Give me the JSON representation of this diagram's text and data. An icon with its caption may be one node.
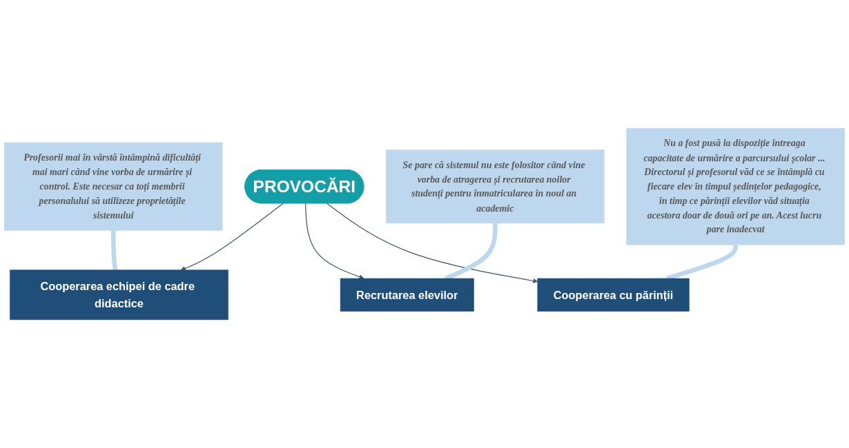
{
  "diagram": {
    "nodes": [
      {
        "text": [
          "PROVOCĂRI"
        ]
      },
      {
        "text": [
          "Cooperarea echipei de cadre didactice"
        ]
      },
      {
        "text": [
          "Recrutarea elevilor"
        ]
      },
      {
        "text": [
          "Cooperarea cu părinții"
        ]
      },
      {
        "text": [
          "Profesorii mai în vârstă întâmpină dificultăți mai mari când vine vorba de urmărire și control. Este necesar ca toți membrii personalului să utilizeze proprietățile sistemului"
        ]
      },
      {
        "text": [
          "Se pare că sistemul nu este folositor când vine vorba de atragerea și recrutarea noilor studenți pentru înmatricularea în noul an academic"
        ]
      },
      {
        "text": [
          "Nu a fost pusă la dispoziție întreaga capacitate de urmărire a parcursului școlar ... Directorul și profesorul văd ce se întâmplă cu fiecare elev în timpul ședințelor pedagogice, în timp ce părinții elevilor văd situația acestora doar de două ori pe an. Acest lucru pare inadecvat"
        ]
      }
    ],
    "edges": [
      {
        "from": 0,
        "to": 1,
        "arrow": "to"
      },
      {
        "from": 0,
        "to": 2,
        "arrow": "to"
      },
      {
        "from": 0,
        "to": 3,
        "arrow": "to"
      },
      {
        "from": 4,
        "to": 1,
        "arrow": "none",
        "color": "#bdd7ee",
        "style": "thick"
      },
      {
        "from": 5,
        "to": 2,
        "arrow": "none",
        "color": "#bdd7ee",
        "style": "thick"
      },
      {
        "from": 6,
        "to": 3,
        "arrow": "none",
        "color": "#bdd7ee",
        "style": "thick"
      }
    ]
  }
}
